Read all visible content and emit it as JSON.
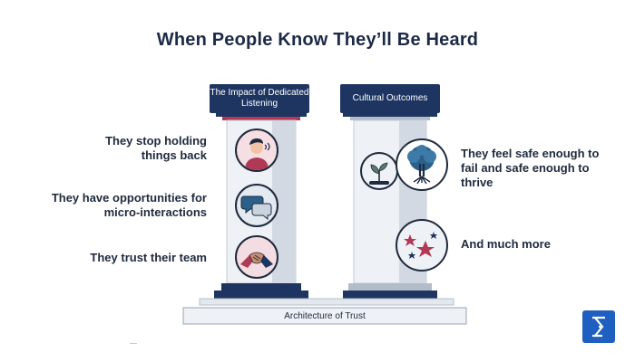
{
  "title": "When People Know They’ll Be Heard",
  "left_column": {
    "header": "The Impact of Dedicated Listening",
    "items": [
      {
        "label": "They stop holding things back",
        "icon": "person-speaking-icon"
      },
      {
        "label": "They have opportunities for micro-interactions",
        "icon": "chat-bubbles-icon"
      },
      {
        "label": "They trust their team",
        "icon": "handshake-icon"
      }
    ]
  },
  "right_column": {
    "header": "Cultural Outcomes",
    "items": [
      {
        "label": "They feel safe enough to fail and safe enough to thrive",
        "icon": "tree-icon"
      },
      {
        "label": "And much more",
        "icon": "stars-icon"
      }
    ]
  },
  "base": {
    "label": "Architecture of Trust"
  },
  "colors": {
    "navy": "#1e3562",
    "crimson": "#b03a55",
    "pillar_light": "#eef1f5",
    "pillar_shade": "#d3d9e2",
    "brand_blue": "#1e5fbf"
  }
}
